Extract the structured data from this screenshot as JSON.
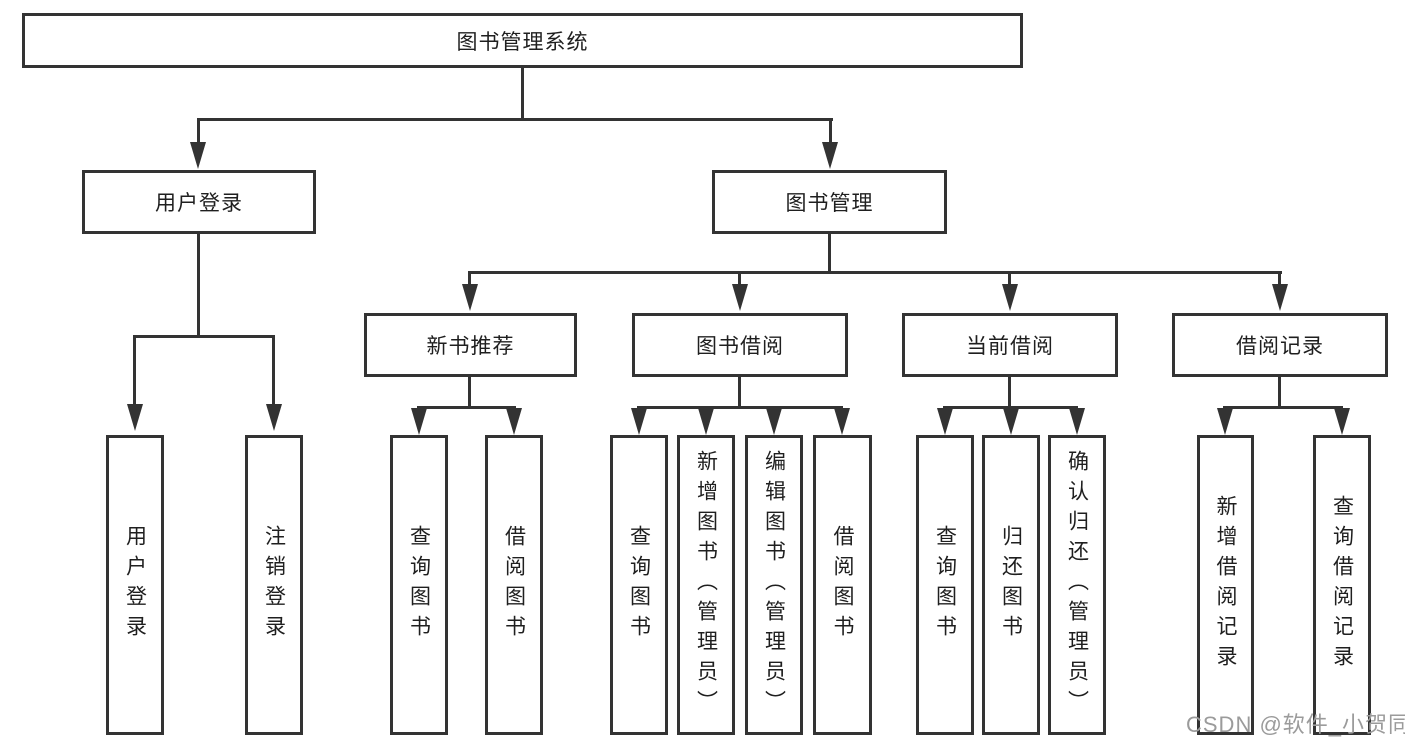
{
  "tree": {
    "root": {
      "label": "图书管理系统",
      "children": [
        {
          "label": "用户登录",
          "children": [
            {
              "label": "用户登录"
            },
            {
              "label": "注销登录"
            }
          ]
        },
        {
          "label": "图书管理",
          "children": [
            {
              "label": "新书推荐",
              "children": [
                {
                  "label": "查询图书"
                },
                {
                  "label": "借阅图书"
                }
              ]
            },
            {
              "label": "图书借阅",
              "children": [
                {
                  "label": "查询图书"
                },
                {
                  "label": "新增图书（管理员）"
                },
                {
                  "label": "编辑图书（管理员）"
                },
                {
                  "label": "借阅图书"
                }
              ]
            },
            {
              "label": "当前借阅",
              "children": [
                {
                  "label": "查询图书"
                },
                {
                  "label": "归还图书"
                },
                {
                  "label": "确认归还（管理员）"
                }
              ]
            },
            {
              "label": "借阅记录",
              "children": [
                {
                  "label": "新增借阅记录"
                },
                {
                  "label": "查询借阅记录"
                }
              ]
            }
          ]
        }
      ]
    }
  },
  "watermark": "CSDN @软件_小贺同学",
  "colors": {
    "line": "#333333",
    "text": "#1f1f1f",
    "watermark": "#9b9b9b",
    "background": "#ffffff"
  }
}
